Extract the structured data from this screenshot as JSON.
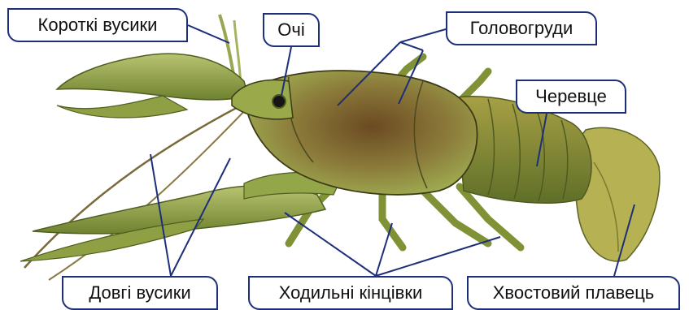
{
  "labels": {
    "short_antennae": "Короткі вусики",
    "eyes": "Очі",
    "cephalothorax": "Головогруди",
    "abdomen": "Черевце",
    "long_antennae": "Довгі вусики",
    "walking_legs": "Ходильні кінцівки",
    "tail_fin": "Хвостовий плавець"
  },
  "colors": {
    "label_border": "#1d2f7a",
    "leader_line": "#1d2f7a",
    "body_green": "#8a9a3a",
    "carapace_brown": "#6b4a22"
  }
}
